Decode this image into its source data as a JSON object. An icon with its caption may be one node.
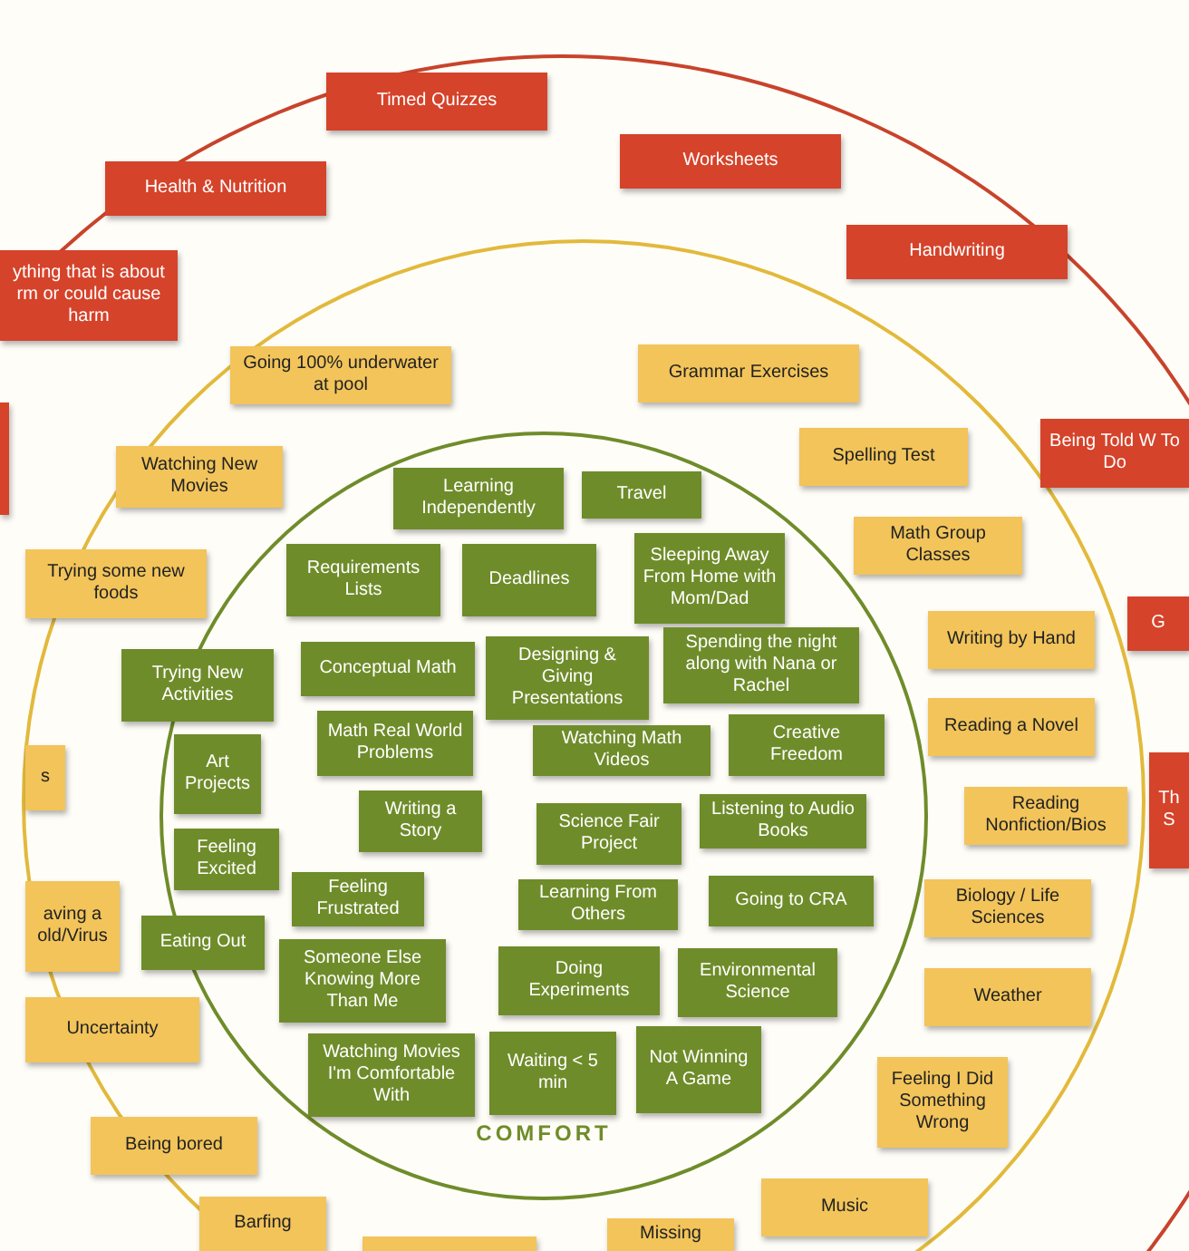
{
  "diagram": {
    "nodes": [
      {
        "text": [],
        "shape": "circle"
      },
      {
        "text": [],
        "shape": "circle",
        "in": 0
      },
      {
        "text": [
          "COMFORT"
        ],
        "in": 1
      },
      {
        "text": [
          "Timed Quizzes"
        ],
        "in": 0
      },
      {
        "text": [
          "Health & Nutrition"
        ],
        "in": 0
      },
      {
        "text": [
          "Worksheets"
        ],
        "in": 0
      },
      {
        "text": [
          "Handwriting"
        ],
        "in": 0
      },
      {
        "text": [
          "ything that is about rm or could cause harm"
        ],
        "in": 0
      },
      {
        "text": [],
        "shape": "box",
        "in": 0
      },
      {
        "text": [
          "Being Told W To Do"
        ],
        "in": 0
      },
      {
        "text": [
          "G"
        ],
        "in": 0
      },
      {
        "text": [
          "Th S"
        ],
        "in": 0
      },
      {
        "text": [
          "Going 100% underwater at pool"
        ],
        "in": 1
      },
      {
        "text": [
          "Grammar Exercises"
        ],
        "in": 1
      },
      {
        "text": [
          "Watching New Movies"
        ],
        "in": 1
      },
      {
        "text": [
          "Spelling Test"
        ],
        "in": 1
      },
      {
        "text": [
          "Trying some new foods"
        ],
        "in": 1
      },
      {
        "text": [
          "Math Group Classes"
        ],
        "in": 1
      },
      {
        "text": [
          "s"
        ],
        "in": 1
      },
      {
        "text": [
          "Writing by Hand"
        ],
        "in": 1
      },
      {
        "text": [
          "Reading a Novel"
        ],
        "in": 1
      },
      {
        "text": [
          "Reading Nonfiction/Bios"
        ],
        "in": 1
      },
      {
        "text": [
          "aving a old/Virus"
        ],
        "in": 1
      },
      {
        "text": [
          "Biology / Life Sciences"
        ],
        "in": 1
      },
      {
        "text": [
          "Uncertainty"
        ],
        "in": 1
      },
      {
        "text": [
          "Weather"
        ],
        "in": 1
      },
      {
        "text": [
          "Feeling I Did Something Wrong"
        ],
        "in": 1
      },
      {
        "text": [
          "Being bored"
        ],
        "in": 1
      },
      {
        "text": [
          "Music"
        ],
        "in": 1
      },
      {
        "text": [
          "Barfing"
        ],
        "in": 1
      },
      {
        "text": [
          "Missing"
        ],
        "in": 1
      },
      {
        "text": [],
        "shape": "box",
        "in": 1
      },
      {
        "text": [
          "Learning Independently"
        ],
        "in": 2
      },
      {
        "text": [
          "Travel"
        ],
        "in": 2
      },
      {
        "text": [
          "Requirements Lists"
        ],
        "in": 2
      },
      {
        "text": [
          "Deadlines"
        ],
        "in": 2
      },
      {
        "text": [
          "Sleeping Away From Home with Mom/Dad"
        ],
        "in": 2
      },
      {
        "text": [
          "Trying New Activities"
        ],
        "in": 2
      },
      {
        "text": [
          "Conceptual Math"
        ],
        "in": 2
      },
      {
        "text": [
          "Designing & Giving Presentations"
        ],
        "in": 2
      },
      {
        "text": [
          "Spending the night along with Nana or Rachel"
        ],
        "in": 2
      },
      {
        "text": [
          "Art Projects"
        ],
        "in": 2
      },
      {
        "text": [
          "Math Real World Problems"
        ],
        "in": 2
      },
      {
        "text": [
          "Watching Math Videos"
        ],
        "in": 2
      },
      {
        "text": [
          "Creative Freedom"
        ],
        "in": 2
      },
      {
        "text": [
          "Writing a Story"
        ],
        "in": 2
      },
      {
        "text": [
          "Science Fair Project"
        ],
        "in": 2
      },
      {
        "text": [
          "Listening to Audio Books"
        ],
        "in": 2
      },
      {
        "text": [
          "Feeling Excited"
        ],
        "in": 2
      },
      {
        "text": [
          "Feeling Frustrated"
        ],
        "in": 2
      },
      {
        "text": [
          "Learning From Others"
        ],
        "in": 2
      },
      {
        "text": [
          "Going to CRA"
        ],
        "in": 2
      },
      {
        "text": [
          "Eating Out"
        ],
        "in": 2
      },
      {
        "text": [
          "Someone Else Knowing More Than Me"
        ],
        "in": 2
      },
      {
        "text": [
          "Doing Experiments"
        ],
        "in": 2
      },
      {
        "text": [
          "Environmental Science"
        ],
        "in": 2
      },
      {
        "text": [
          "Watching Movies I'm Comfortable With"
        ],
        "in": 2
      },
      {
        "text": [
          "Waiting < 5 min"
        ],
        "in": 2
      },
      {
        "text": [
          "Not Winning A Game"
        ],
        "in": 2
      }
    ]
  }
}
